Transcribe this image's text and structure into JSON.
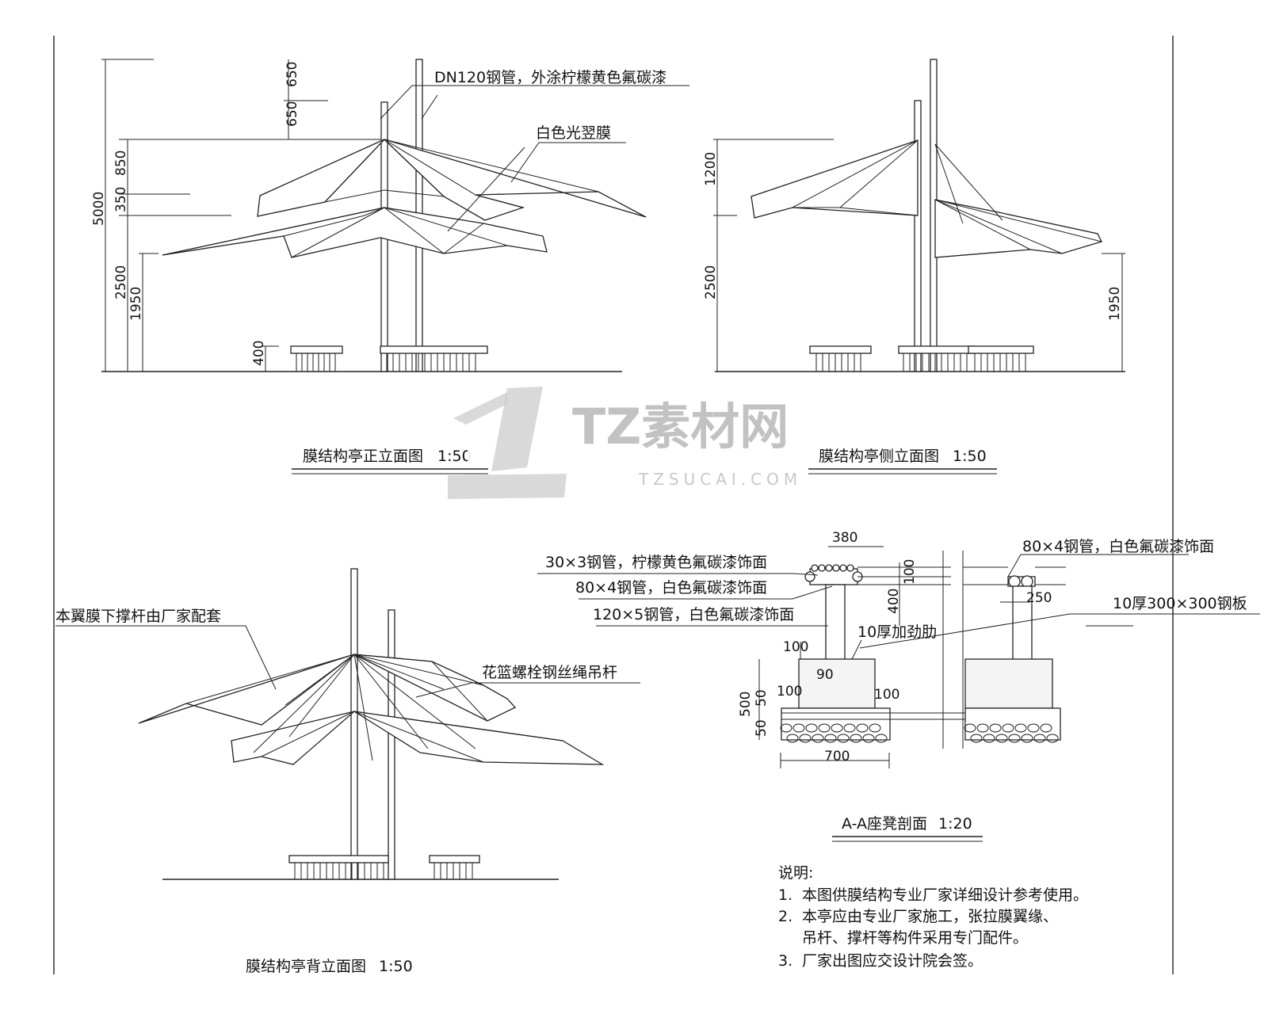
{
  "front": {
    "title": "膜结构亭正立面图",
    "scale": "1:50",
    "note_pipe": "DN120钢管，外涂柠檬黄色氟碳漆",
    "note_membrane": "白色光翌膜",
    "dims": {
      "d650a": "650",
      "d650b": "650",
      "d850": "850",
      "d350": "350",
      "d5000": "5000",
      "d2500": "2500",
      "d1950": "1950",
      "d400": "400"
    }
  },
  "side": {
    "title": "膜结构亭侧立面图",
    "scale": "1:50",
    "dims": {
      "d1200": "1200",
      "d2500": "2500",
      "d1950": "1950"
    }
  },
  "back": {
    "title": "膜结构亭背立面图",
    "scale": "1:50",
    "note_strut": "本翼膜下撑杆由厂家配套",
    "note_cable": "花篮螺栓钢丝绳吊杆"
  },
  "section": {
    "title": "A-A座凳剖面",
    "scale": "1:20",
    "notes": {
      "pipe30": "30×3钢管，柠檬黄色氟碳漆饰面",
      "pipe80": "80×4钢管，白色氟碳漆饰面",
      "pipe120": "120×5钢管，白色氟碳漆饰面",
      "pipe80r": "80×4钢管，白色氟碳漆饰面",
      "plate": "10厚300×300钢板",
      "rib": "10厚加劲肋"
    },
    "dims": {
      "d380": "380",
      "d100top": "100",
      "d400": "400",
      "d250": "250",
      "d100a": "100",
      "d90": "90",
      "d100b": "100",
      "d100c": "100",
      "d500": "500",
      "d50a": "50",
      "d50b": "50",
      "d700": "700"
    }
  },
  "remarks": {
    "heading": "说明:",
    "items": [
      {
        "num": "1.",
        "text": "本图供膜结构专业厂家详细设计参考使用。"
      },
      {
        "num": "2.",
        "text": "本亭应由专业厂家施工，张拉膜翼缘、"
      },
      {
        "num": "",
        "text": "吊杆、撑杆等构件采用专门配件。"
      },
      {
        "num": "3.",
        "text": "厂家出图应交设计院会签。"
      }
    ]
  },
  "watermark": {
    "brand": "TZ素材网",
    "domain": "TZSUCAI.COM"
  }
}
